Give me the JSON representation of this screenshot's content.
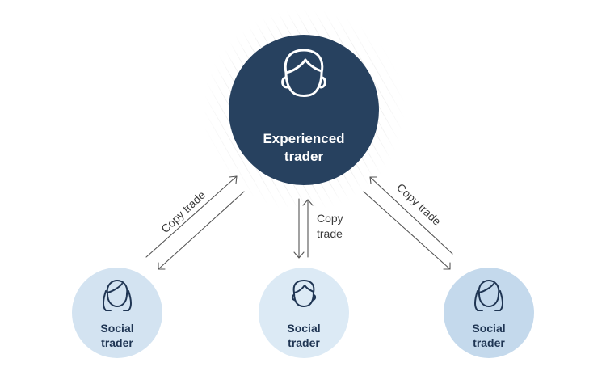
{
  "diagram": {
    "center_node": {
      "label_line1": "Experienced",
      "label_line2": "trader",
      "icon": "male-head-icon"
    },
    "followers": [
      {
        "label_line1": "Social",
        "label_line2": "trader",
        "icon": "female-head-icon"
      },
      {
        "label_line1": "Social",
        "label_line2": "trader",
        "icon": "male-head-icon"
      },
      {
        "label_line1": "Social",
        "label_line2": "trader",
        "icon": "female-head-icon"
      }
    ],
    "edges": {
      "left_label": "Copy trade",
      "center_label_line1": "Copy",
      "center_label_line2": "trade",
      "right_label": "Copy trade"
    }
  },
  "colors": {
    "center_fill": "#27415f",
    "center_text": "#ffffff",
    "follower_left_fill": "#d3e3f1",
    "follower_middle_fill": "#dceaf5",
    "follower_right_fill": "#c4d9ec",
    "follower_text": "#1f3553",
    "follower_icon_stroke": "#1f3553",
    "arrow_stroke": "#555555",
    "hatch_stroke": "#d9d9d9"
  }
}
